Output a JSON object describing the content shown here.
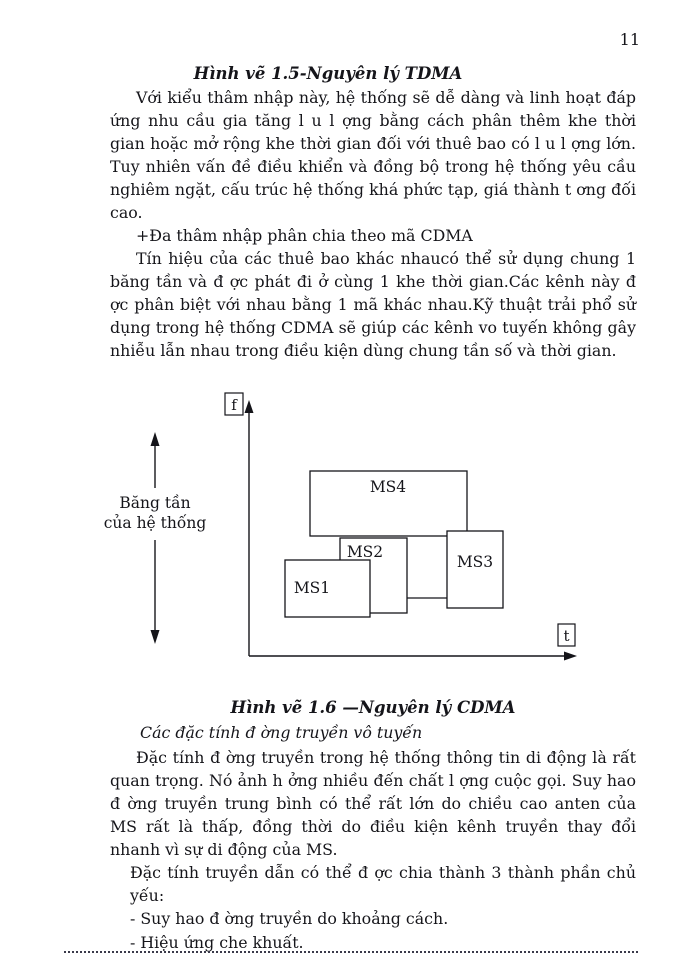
{
  "page_number": "11",
  "section1": {
    "caption": "Hình vẽ 1.5-Nguyên lý TDMA",
    "para1": "Với kiểu thâm nhập này, hệ thống sẽ dễ dàng và linh hoạt đáp ứng nhu cầu gia tăng l u l ợng bằng cách phân thêm khe thời gian hoặc mở rộng khe thời gian đối với thuê bao có l u l ợng lớn. Tuy nhiên vấn đề điều khiển và đồng bộ trong hệ thống yêu cầu nghiêm ngặt, cấu trúc hệ thống khá phức tạp, giá thành t ơng đối cao.",
    "plus_line": "+Đa thâm nhập phân chia theo mã CDMA",
    "para2": "Tín hiệu của các thuê bao khác nhaucó thể sử dụng chung 1 băng tần và đ ợc phát đi ở cùng 1 khe thời gian.Các kênh này đ ợc phân biệt với nhau bằng 1 mã khác nhau.Kỹ thuật trải phổ sử dụng trong hệ thống CDMA sẽ giúp các kênh vo tuyến không gây nhiễu lẫn nhau trong điều kiện dùng chung tần số và thời gian."
  },
  "diagram": {
    "f_label": "f",
    "t_label": "t",
    "band_line1": "Băng tần",
    "band_line2": "của hệ thống",
    "boxes": {
      "ms1": "MS1",
      "ms2": "MS2",
      "ms3": "MS3",
      "ms4": "MS4"
    }
  },
  "section2": {
    "caption": "Hình vẽ 1.6 —Nguyên lý CDMA",
    "subheading": "Các đặc tính đ ờng truyền vô tuyến",
    "para1": "Đặc tính đ ờng truyền trong hệ thống thông tin di động là rất quan trọng. Nó ảnh h ởng nhiều đến chất l ợng cuộc gọi. Suy hao đ ờng truyền trung bình có thể rất lớn do chiều cao anten của MS rất là thấp, đồng thời do điều kiện kênh truyền thay đổi nhanh vì sự di động của MS.",
    "para2_intro": "Đặc tính truyền dẫn có thể đ ợc chia thành 3 thành phần chủ yếu:",
    "bullets": [
      "- Suy hao đ ờng truyền do khoảng cách.",
      "- Hiệu ứng che khuất."
    ]
  }
}
